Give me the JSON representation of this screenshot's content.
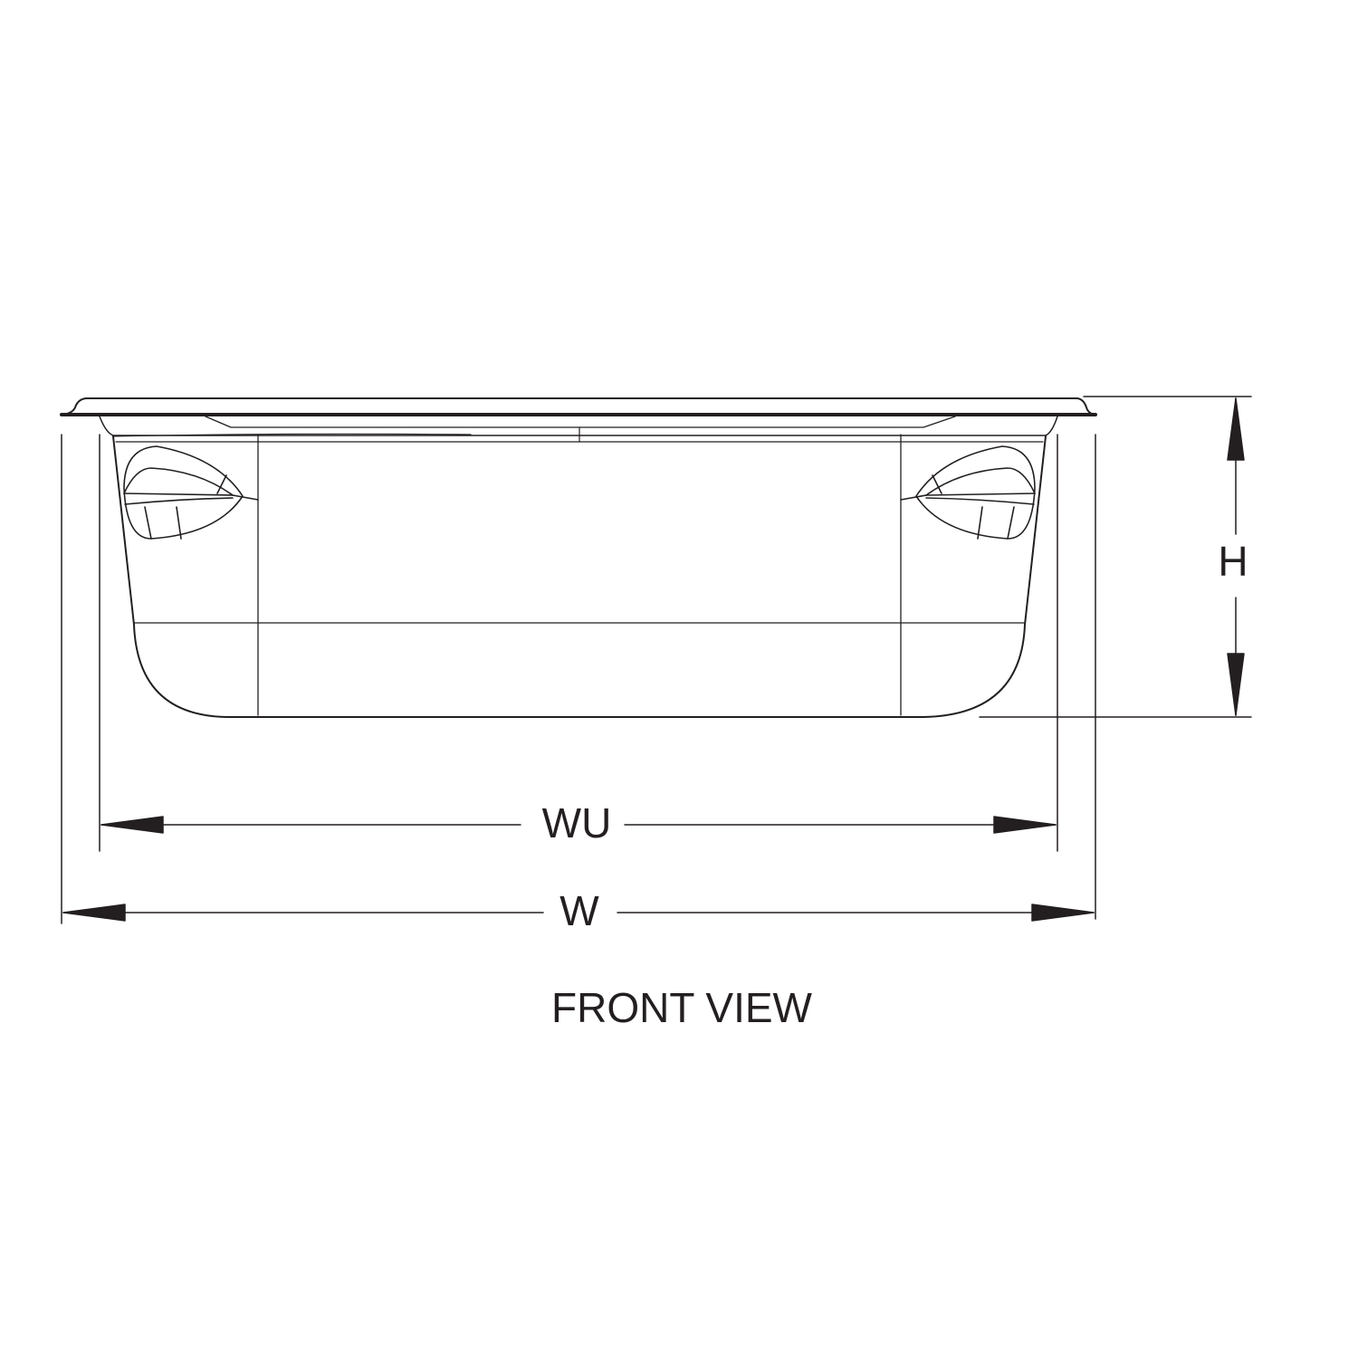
{
  "drawing": {
    "view_title": "FRONT VIEW",
    "dimensions": {
      "height_label": "H",
      "inner_width_label": "WU",
      "overall_width_label": "W"
    },
    "line_color": "#231f20",
    "background": "#ffffff"
  }
}
